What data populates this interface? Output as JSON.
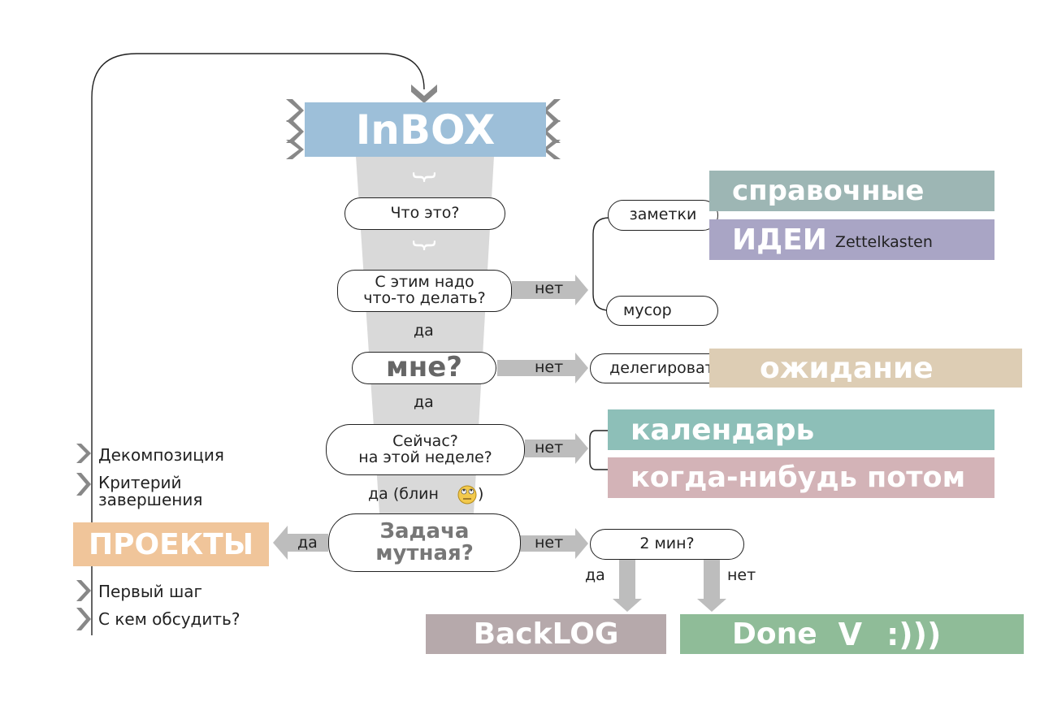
{
  "inbox": "InBOX",
  "questions": {
    "what": "Что это?",
    "todo_line1": "С этим надо",
    "todo_line2": "что-то делать?",
    "me": "мне?",
    "now_line1": "Сейчас?",
    "now_line2": "на этой неделе?",
    "vague_line1": "Задача",
    "vague_line2": "мутная?",
    "two_min": "2 мин?"
  },
  "answers": {
    "no1": "нет",
    "no2": "нет",
    "no3": "нет",
    "no4": "нет",
    "no5": "нет",
    "yes1": "да",
    "yes2": "да",
    "yes3": "да (блин",
    "yes3_close": ")",
    "yes4": "да",
    "yes5": "да"
  },
  "actions": {
    "notes": "заметки",
    "trash": "мусор",
    "delegate": "делегировать"
  },
  "categories": {
    "reference": "справочные",
    "ideas": "ИДЕИ",
    "ideas_sub": "Zettelkasten",
    "waiting": "ожидание",
    "calendar": "календарь",
    "someday": "когда-нибудь потом",
    "projects": "ПРОЕКТЫ",
    "backlog": "BackLOG",
    "done": "Done",
    "done_check": "V",
    "done_smile": ":)))"
  },
  "project_notes": {
    "decomposition": "Декомпозиция",
    "criteria_line1": "Критерий",
    "criteria_line2": "завершения",
    "first_step": "Первый шаг",
    "discuss_with": "С кем обсудить?"
  },
  "colors": {
    "inbox": "#9dbfd9",
    "reference": "#9db6b4",
    "ideas": "#a9a5c5",
    "waiting": "#ddcdb4",
    "calendar": "#8dbfb8",
    "someday": "#d3b3b7",
    "projects": "#f0c59a",
    "backlog": "#b6a9ab",
    "done": "#8fbc98",
    "funnel": "#d9d9d9",
    "arrow": "#bdbdbd",
    "bracket": "#777777"
  },
  "icons": {
    "trash_mark": "x-mark-icon",
    "emoji": "rolling-eyes-emoji-icon"
  }
}
